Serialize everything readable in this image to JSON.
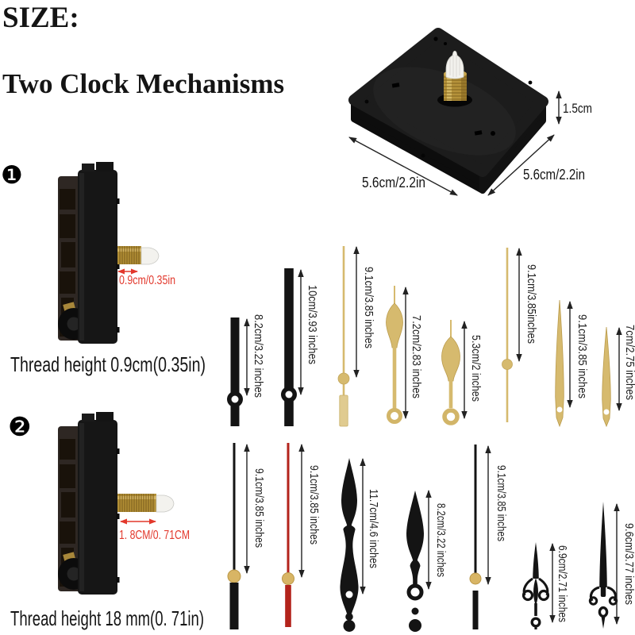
{
  "header": {
    "title": "SIZE:",
    "subtitle": "Two Clock Mechanisms"
  },
  "top_view_mechanism": {
    "height_label": "1.5cm",
    "width_label_left": "5.6cm/2.2in",
    "width_label_right": "5.6cm/2.2in"
  },
  "mechanism_1": {
    "badge": "❶",
    "thread_dim_label": "0.9cm/0.35in",
    "caption": "Thread height 0.9cm(0.35in)"
  },
  "mechanism_2": {
    "badge": "❷",
    "thread_dim_label": "1. 8CM/0. 71CM",
    "caption": "Thread height 18 mm(0. 71in)"
  },
  "colors": {
    "gold_hand": "#d6ba6e",
    "pale_gold_base": "#e0cb90",
    "black_hand": "#141414",
    "red_hand": "#b3231b",
    "annotation_red": "#e2382c",
    "arrow": "#222222",
    "brass_thread": "#b5923a"
  },
  "hands_top_row": [
    {
      "type": "black straight hour hand",
      "label": "8.2cm/3.22 inches"
    },
    {
      "type": "black straight minute hand",
      "label": "10cm/3.93 inches"
    },
    {
      "type": "gold second hand with base",
      "label": "9.1cm/3.85 inches"
    },
    {
      "type": "gold teardrop minute hand",
      "label": "7.2cm/2.83 inches"
    },
    {
      "type": "gold teardrop hour hand",
      "label": "5.3cm/2 inches"
    },
    {
      "type": "gold thin second hand",
      "label": "9.1cm/3.85inches"
    },
    {
      "type": "gold tapered minute hand",
      "label": "9.1cm/3.85 inches"
    },
    {
      "type": "gold tapered hour hand",
      "label": "7cm/2.75 inches"
    }
  ],
  "hands_bottom_row": [
    {
      "type": "black second hand with gold hub",
      "label": "9.1cm/3.85 inches"
    },
    {
      "type": "red second hand with gold hub",
      "label": "9.1cm/3.85 inches"
    },
    {
      "type": "black ornate minute hand",
      "label": "11.7cm/4.6 inches"
    },
    {
      "type": "black ornate hour hand",
      "label": "8.2cm/3.22 inches"
    },
    {
      "type": "black second hand with gold hub",
      "label": "9.1cm/3.85 inches"
    },
    {
      "type": "black fleur hour hand",
      "label": "6.9cm/2.71 inches"
    },
    {
      "type": "black sword minute hand",
      "label": "9.6cm/3.77 inches"
    }
  ]
}
